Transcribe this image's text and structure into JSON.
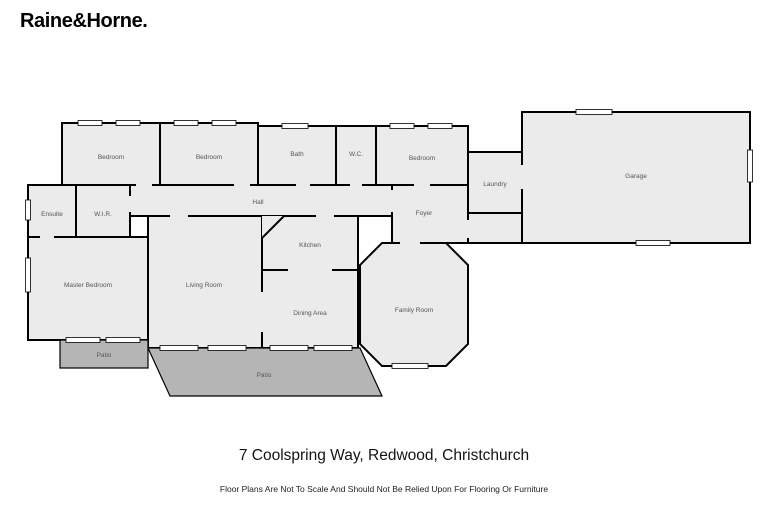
{
  "logo": {
    "text": "Raine&Horne."
  },
  "floorplan": {
    "rooms": [
      {
        "id": "bedroom-1",
        "label": "Bedroom"
      },
      {
        "id": "bedroom-2",
        "label": "Bedroom"
      },
      {
        "id": "bath",
        "label": "Bath"
      },
      {
        "id": "wc",
        "label": "W.C."
      },
      {
        "id": "bedroom-3",
        "label": "Bedroom"
      },
      {
        "id": "laundry",
        "label": "Laundry"
      },
      {
        "id": "garage",
        "label": "Garage"
      },
      {
        "id": "hall",
        "label": "Hall"
      },
      {
        "id": "ensuite",
        "label": "Ensuite"
      },
      {
        "id": "wir",
        "label": "W.I.R."
      },
      {
        "id": "foyer",
        "label": "Foyer"
      },
      {
        "id": "kitchen",
        "label": "Kitchen"
      },
      {
        "id": "master-bedroom",
        "label": "Master Bedroom"
      },
      {
        "id": "living-room",
        "label": "Living Room"
      },
      {
        "id": "dining-area",
        "label": "Dining Area"
      },
      {
        "id": "family-room",
        "label": "Family Room"
      },
      {
        "id": "patio-left",
        "label": "Patio"
      },
      {
        "id": "patio-bottom",
        "label": "Patio"
      }
    ],
    "colors": {
      "room_fill": "#ebebeb",
      "patio_fill": "#b5b5b5",
      "wall": "#000000",
      "label_text": "#555555"
    }
  },
  "footer": {
    "address": "7 Coolspring Way, Redwood, Christchurch",
    "disclaimer": "Floor Plans Are Not To Scale And Should Not Be Relied Upon For Flooring Or Furniture"
  }
}
